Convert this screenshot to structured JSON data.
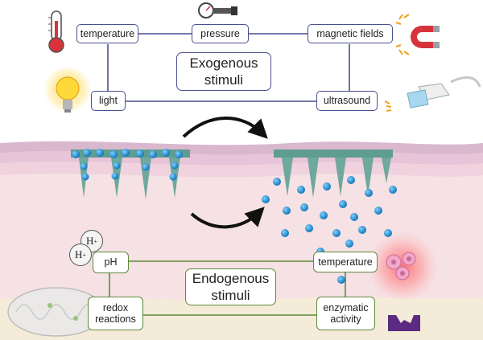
{
  "exogenous": {
    "title_line1": "Exogenous",
    "title_line2": "stimuli",
    "temperature": "temperature",
    "pressure": "pressure",
    "magnetic": "magnetic fields",
    "light": "light",
    "ultrasound": "ultrasound"
  },
  "endogenous": {
    "title_line1": "Endogenous",
    "title_line2": "stimuli",
    "ph": "pH",
    "temperature": "temperature",
    "redox_line1": "redox",
    "redox_line2": "reactions",
    "enzymatic_line1": "enzymatic",
    "enzymatic_line2": "activity"
  },
  "ions": {
    "h_label": "H",
    "h_charge": "+"
  },
  "colors": {
    "exo_border": "#4a4f8f",
    "endo_border": "#5e8a3a",
    "needle": "#6fa89c",
    "particle": "#1f8fd0",
    "enzyme": "#5b2b82"
  },
  "icons": [
    "thermometer-icon",
    "pressure-gauge-icon",
    "magnet-icon",
    "light-bulb-icon",
    "ultrasound-probe-icon",
    "mitochondrion-icon",
    "inflamed-cells-icon",
    "enzyme-icon"
  ]
}
